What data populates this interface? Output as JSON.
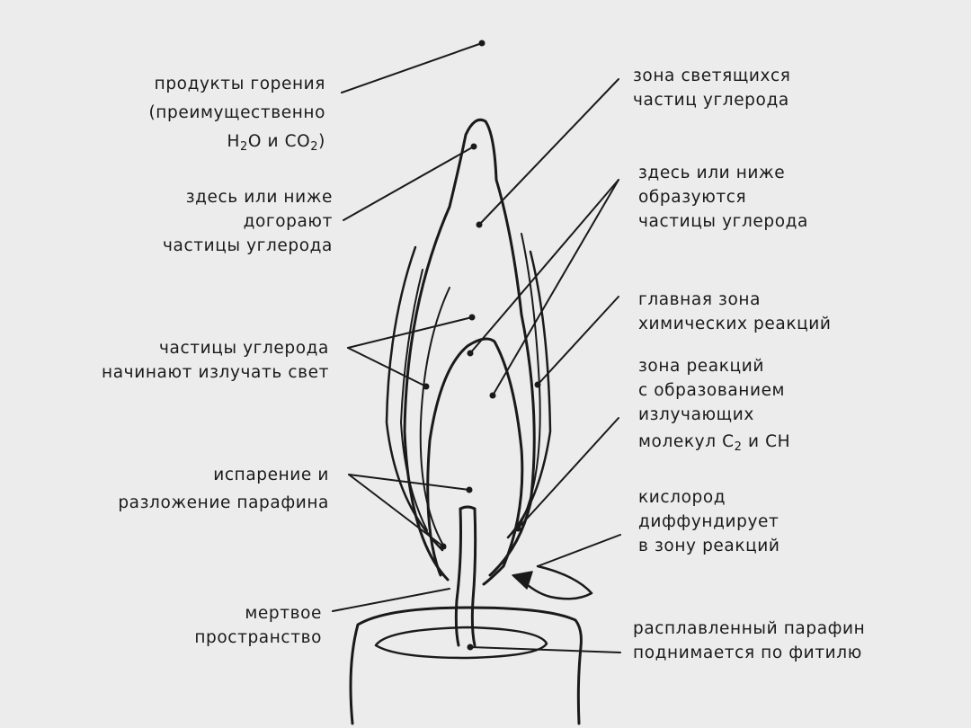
{
  "labels": {
    "combustion_products": {
      "line1": "продукты горения",
      "line2": "(преимущественно",
      "line3a": "H",
      "line3b": "2",
      "line3c": "O и CO",
      "line3d": "2",
      "line3e": ")"
    },
    "carbon_burnout": {
      "line1": "здесь или ниже",
      "line2": "догорают",
      "line3": "частицы углерода"
    },
    "carbon_emit_light": {
      "line1": "частицы углерода",
      "line2": "начинают излучать свет"
    },
    "evaporation": {
      "line1": "испарение и",
      "line2": "разложение парафина"
    },
    "dead_space": {
      "line1": "мертвое",
      "line2": "пространство"
    },
    "luminous_zone": {
      "line1": "зона светящихся",
      "line2": "частиц углерода"
    },
    "carbon_formation": {
      "line1": "здесь или ниже",
      "line2": "образуются",
      "line3": "частицы углерода"
    },
    "main_reaction_zone": {
      "line1": "главная зона",
      "line2": "химических реакций"
    },
    "emitting_molecules_zone": {
      "line1": "зона реакций",
      "line2": "с образованием",
      "line3": "излучающих",
      "line4a": "молекул C",
      "line4b": "2",
      "line4c": " и CH"
    },
    "oxygen_diffusion": {
      "line1": "кислород",
      "line2": "диффундирует",
      "line3": "в зону реакций"
    },
    "molten_paraffin": {
      "line1": "расплавленный парафин",
      "line2": "поднимается по фитилю"
    }
  },
  "colors": {
    "ink": "#1a1a1a",
    "paper": "#ececec"
  }
}
